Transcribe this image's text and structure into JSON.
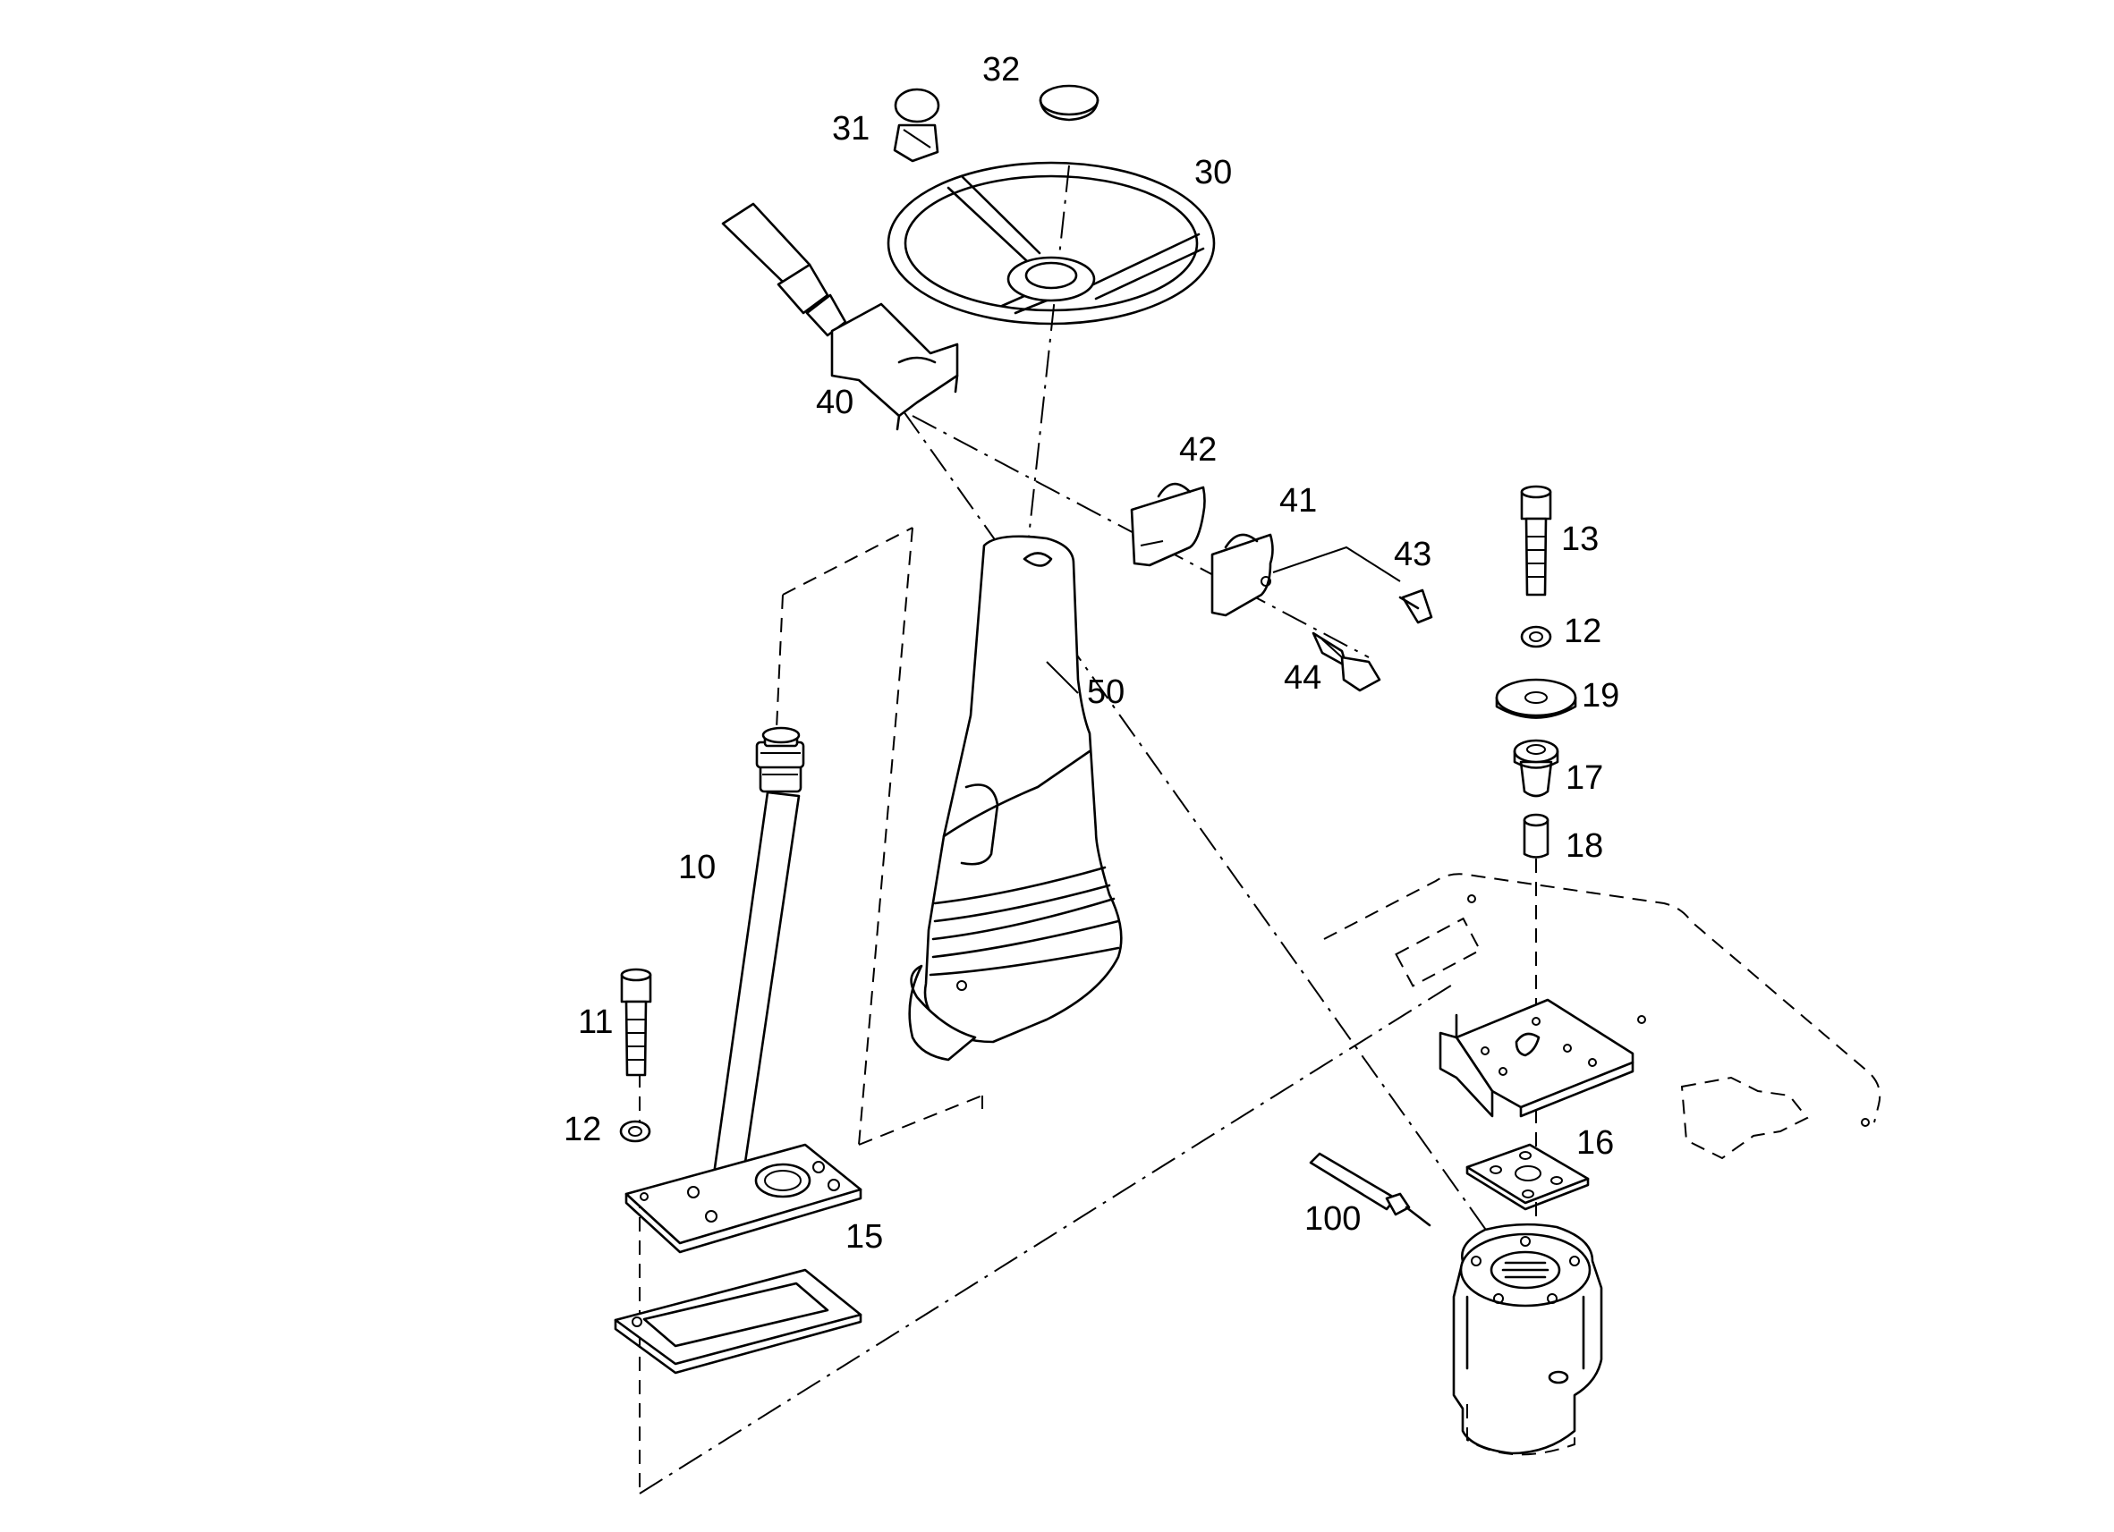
{
  "callouts": {
    "c10": "10",
    "c11": "11",
    "c12a": "12",
    "c12b": "12",
    "c13": "13",
    "c15": "15",
    "c16": "16",
    "c17": "17",
    "c18": "18",
    "c19": "19",
    "c30": "30",
    "c31": "31",
    "c32": "32",
    "c40": "40",
    "c41": "41",
    "c42": "42",
    "c43": "43",
    "c44": "44",
    "c50": "50",
    "c100": "100"
  }
}
